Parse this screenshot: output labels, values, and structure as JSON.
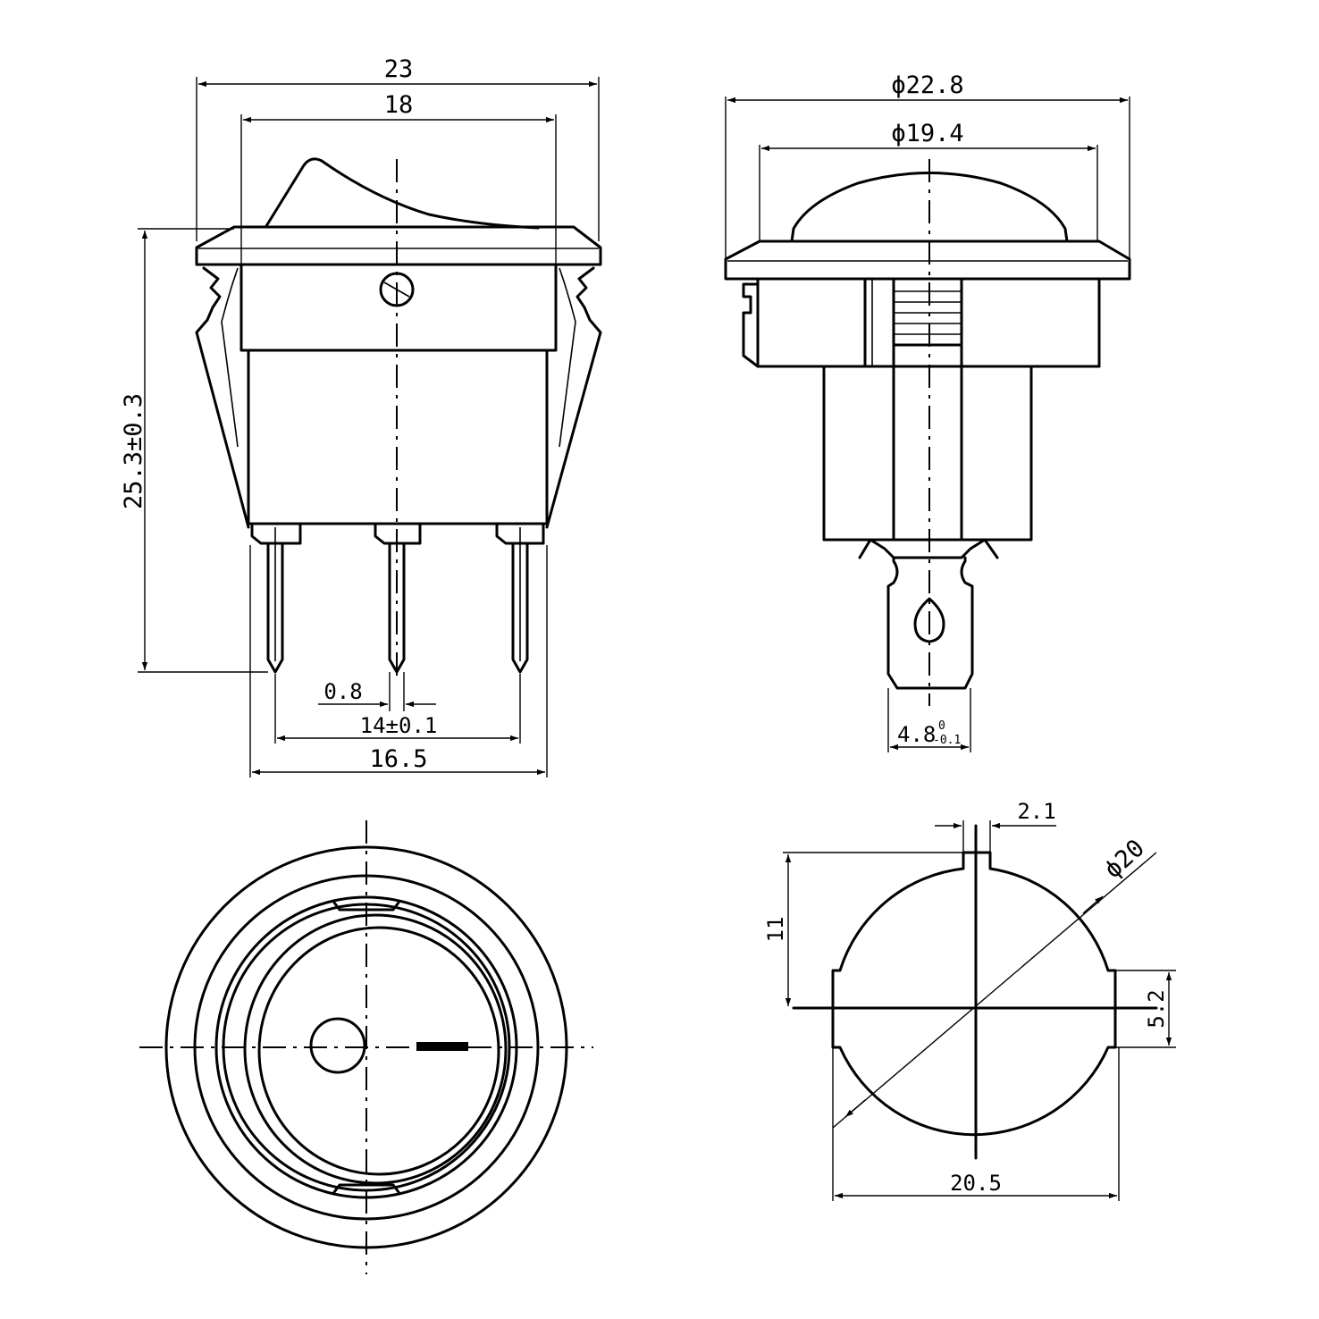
{
  "drawing": {
    "front_view": {
      "overall_width": "23",
      "rocker_width": "18",
      "height": "25.3±0.3",
      "pin_width": "0.8",
      "pin_pitch": "14±0.1",
      "body_width": "16.5"
    },
    "side_view": {
      "flange_diameter": "ϕ22.8",
      "cap_diameter": "ϕ19.4",
      "terminal_width": "4.8",
      "terminal_tol_upper": "0",
      "terminal_tol_lower": "-0.1"
    },
    "panel_cutout": {
      "key_width": "2.1",
      "diameter": "ϕ20",
      "key_height": "11",
      "flat_height": "5.2",
      "flat_width": "20.5"
    }
  }
}
